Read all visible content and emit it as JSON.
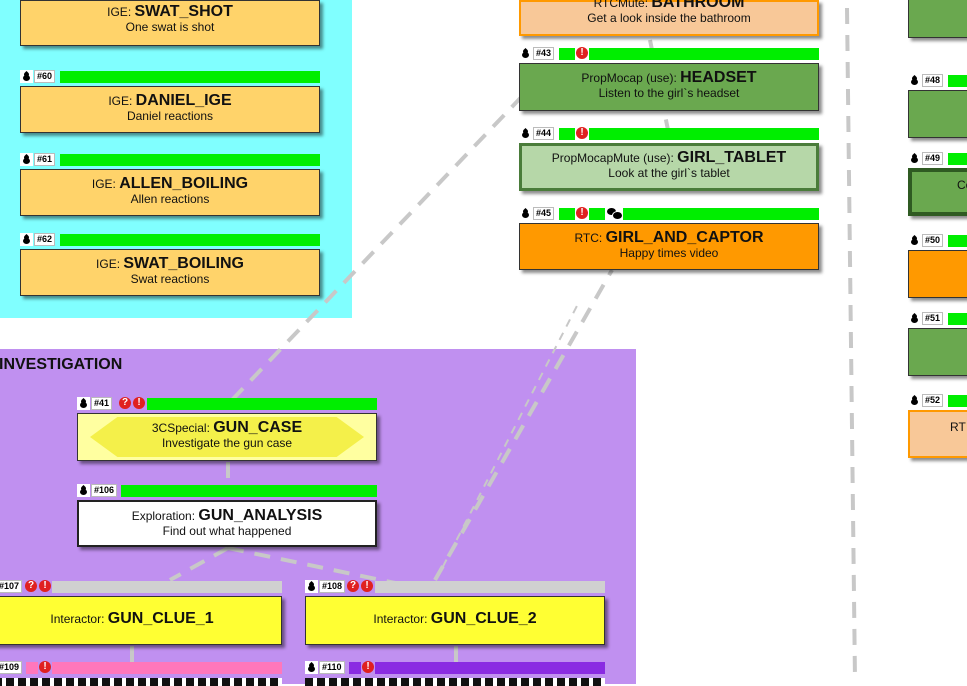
{
  "regions": {
    "cyan": {
      "color": "#80ffff"
    },
    "investigation": {
      "color": "#c090f0",
      "title": "INVESTIGATION"
    }
  },
  "colors": {
    "progress": "#00ee00",
    "idle_bar": "#d0d0d0",
    "link": "#c8c8c8"
  },
  "nodes": {
    "swat_shot": {
      "type": "IGE",
      "name": "SWAT_SHOT",
      "desc": "One swat is shot",
      "fill": "#ffd36a"
    },
    "n60": {
      "id": "#60",
      "type": "IGE",
      "name": "DANIEL_IGE",
      "desc": "Daniel reactions",
      "fill": "#ffd36a"
    },
    "n61": {
      "id": "#61",
      "type": "IGE",
      "name": "ALLEN_BOILING",
      "desc": "Allen reactions",
      "fill": "#ffd36a"
    },
    "n62": {
      "id": "#62",
      "type": "IGE",
      "name": "SWAT_BOILING",
      "desc": "Swat reactions",
      "fill": "#ffd36a"
    },
    "bathroom": {
      "type": "RTCMute",
      "name": "BATHROOM",
      "desc": "Get a look inside the bathroom",
      "fill": "#f8c898"
    },
    "n43": {
      "id": "#43",
      "type": "PropMocap (use)",
      "name": "HEADSET",
      "desc": "Listen to the girl`s headset",
      "fill": "#6aa84f"
    },
    "n44": {
      "id": "#44",
      "type": "PropMocapMute (use)",
      "name": "GIRL_TABLET",
      "desc": "Look at the girl`s tablet",
      "fill": "#b6d7a8"
    },
    "n45": {
      "id": "#45",
      "type": "RTC",
      "name": "GIRL_AND_CAPTOR",
      "desc": "Happy times video",
      "fill": "#ff9900"
    },
    "n41": {
      "id": "#41",
      "type": "3CSpecial",
      "name": "GUN_CASE",
      "desc": "Investigate the gun case",
      "fill": "#ffffa0"
    },
    "n106": {
      "id": "#106",
      "type": "Exploration",
      "name": "GUN_ANALYSIS",
      "desc": "Find out what happened",
      "fill": "#ffffff"
    },
    "n107": {
      "id": "#107",
      "type": "Interactor",
      "name": "GUN_CLUE_1",
      "fill": "#ffff33"
    },
    "n108": {
      "id": "#108",
      "type": "Interactor",
      "name": "GUN_CLUE_2",
      "fill": "#ffff33"
    },
    "n109": {
      "id": "#109"
    },
    "n110": {
      "id": "#110"
    },
    "n48": {
      "id": "#48",
      "fill": "#6aa84f"
    },
    "n49": {
      "id": "#49",
      "fill": "#6aa84f",
      "partial": "Co"
    },
    "n50": {
      "id": "#50",
      "fill": "#ff9900"
    },
    "n51": {
      "id": "#51",
      "fill": "#6aa84f"
    },
    "n52": {
      "id": "#52",
      "fill": "#f8c898",
      "partial": "RT"
    }
  }
}
